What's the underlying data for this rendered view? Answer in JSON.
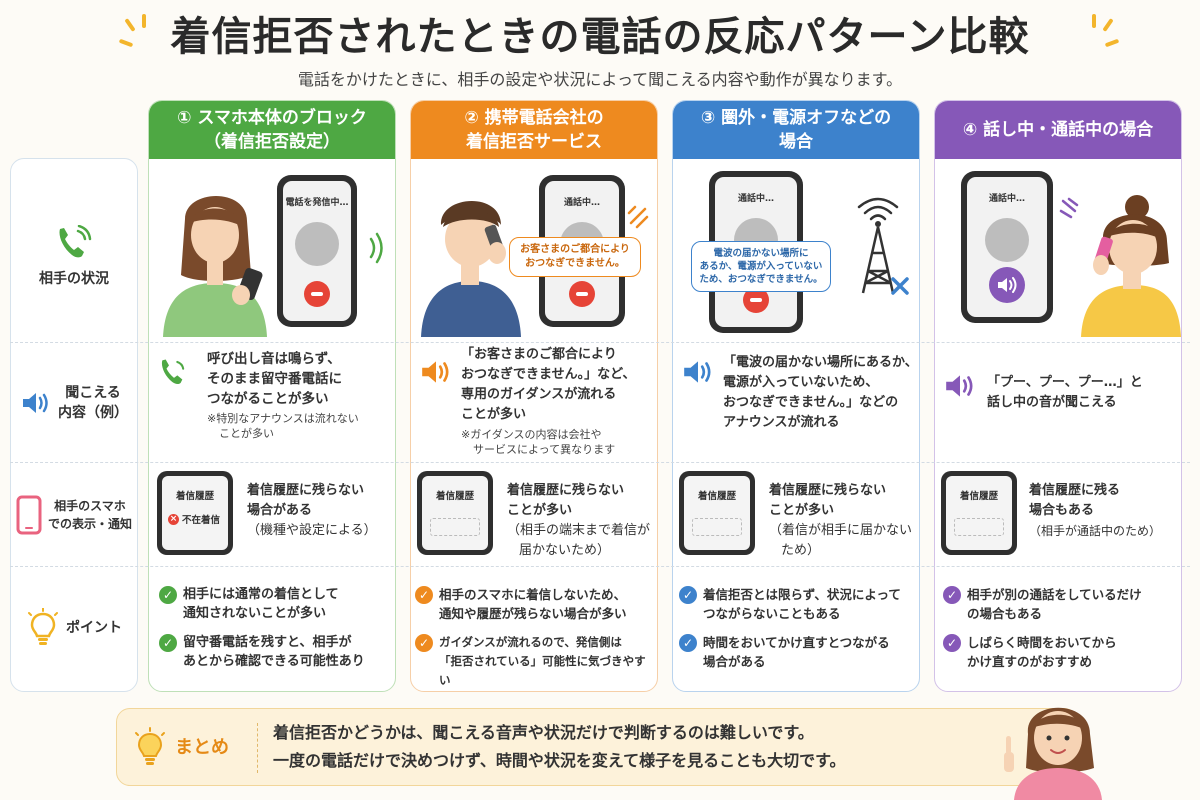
{
  "title": "着信拒否されたときの電話の反応パターン比較",
  "subtitle": "電話をかけたときに、相手の設定や状況によって聞こえる内容や動作が異なります。",
  "row_labels": {
    "status": "相手の状況",
    "heard_1": "聞こえる",
    "heard_2": "内容（例）",
    "display_1": "相手のスマホ",
    "display_2": "での表示・通知",
    "point": "ポイント"
  },
  "columns": [
    {
      "head_1": "① スマホ本体のブロック",
      "head_2": "（着信拒否設定）",
      "phone_status": "電話を発信中…",
      "heard_1": "呼び出し音は鳴らず、",
      "heard_2": "そのまま留守番電話に",
      "heard_3": "つながることが多い",
      "heard_note_1": "※特別なアナウンスは流れない",
      "heard_note_2": "ことが多い",
      "mini_title": "着信履歴",
      "mini_row": "不在着信",
      "display_1": "着信履歴に残らない",
      "display_2": "場合がある",
      "display_3": "（機種や設定による）",
      "points": [
        {
          "l1": "相手には通常の着信として",
          "l2": "通知されないことが多い"
        },
        {
          "l1": "留守番電話を残すと、相手が",
          "l2": "あとから確認できる可能性あり"
        }
      ],
      "color": "#4ea843"
    },
    {
      "head_1": "② 携帯電話会社の",
      "head_2": "着信拒否サービス",
      "phone_status": "通話中…",
      "bubble_1": "お客さまのご都合により",
      "bubble_2": "おつなぎできません。",
      "heard_1": "「お客さまのご都合により",
      "heard_2": "おつなぎできません。」など、",
      "heard_3": "専用のガイダンスが流れる",
      "heard_4": "ことが多い",
      "heard_note_1": "※ガイダンスの内容は会社や",
      "heard_note_2": "サービスによって異なります",
      "mini_title": "着信履歴",
      "display_1": "着信履歴に残らない",
      "display_2": "ことが多い",
      "display_3": "（相手の端末まで着信が",
      "display_4": "届かないため）",
      "points": [
        {
          "l1": "相手のスマホに着信しないため、",
          "l2": "通知や履歴が残らない場合が多い"
        },
        {
          "l1": "ガイダンスが流れるので、発信側は",
          "l2": "「拒否されている」可能性に気づきやすい"
        }
      ],
      "color": "#ee8a1f"
    },
    {
      "head_1": "③ 圏外・電源オフなどの",
      "head_2": "場合",
      "phone_status": "通話中…",
      "bubble_1": "電波の届かない場所に",
      "bubble_2": "あるか、電源が入っていない",
      "bubble_3": "ため、おつなぎできません。",
      "heard_1": "「電波の届かない場所にあるか、",
      "heard_2": "電源が入っていないため、",
      "heard_3": "おつなぎできません。」などの",
      "heard_4": "アナウンスが流れる",
      "mini_title": "着信履歴",
      "display_1": "着信履歴に残らない",
      "display_2": "ことが多い",
      "display_3": "（着信が相手に届かない",
      "display_4": "ため）",
      "points": [
        {
          "l1": "着信拒否とは限らず、状況によって",
          "l2": "つながらないこともある"
        },
        {
          "l1": "時間をおいてかけ直すとつながる",
          "l2": "場合がある"
        }
      ],
      "color": "#3d82cc"
    },
    {
      "head_1": "④ 話し中・通話中の場合",
      "phone_status": "通話中…",
      "heard_1": "「プー、プー、プー…」と",
      "heard_2": "話し中の音が聞こえる",
      "mini_title": "着信履歴",
      "display_1": "着信履歴に残る",
      "display_2": "場合もある",
      "display_3": "（相手が通話中のため）",
      "points": [
        {
          "l1": "相手が別の通話をしているだけ",
          "l2": "の場合もある"
        },
        {
          "l1": "しばらく時間をおいてから",
          "l2": "かけ直すのがおすすめ"
        }
      ],
      "color": "#8658b8"
    }
  ],
  "summary": {
    "label": "まとめ",
    "line_1": "着信拒否かどうかは、聞こえる音声や状況だけで判断するのは難しいです。",
    "line_2": "一度の電話だけで決めつけず、時間や状況を変えて様子を見ることも大切です。"
  }
}
